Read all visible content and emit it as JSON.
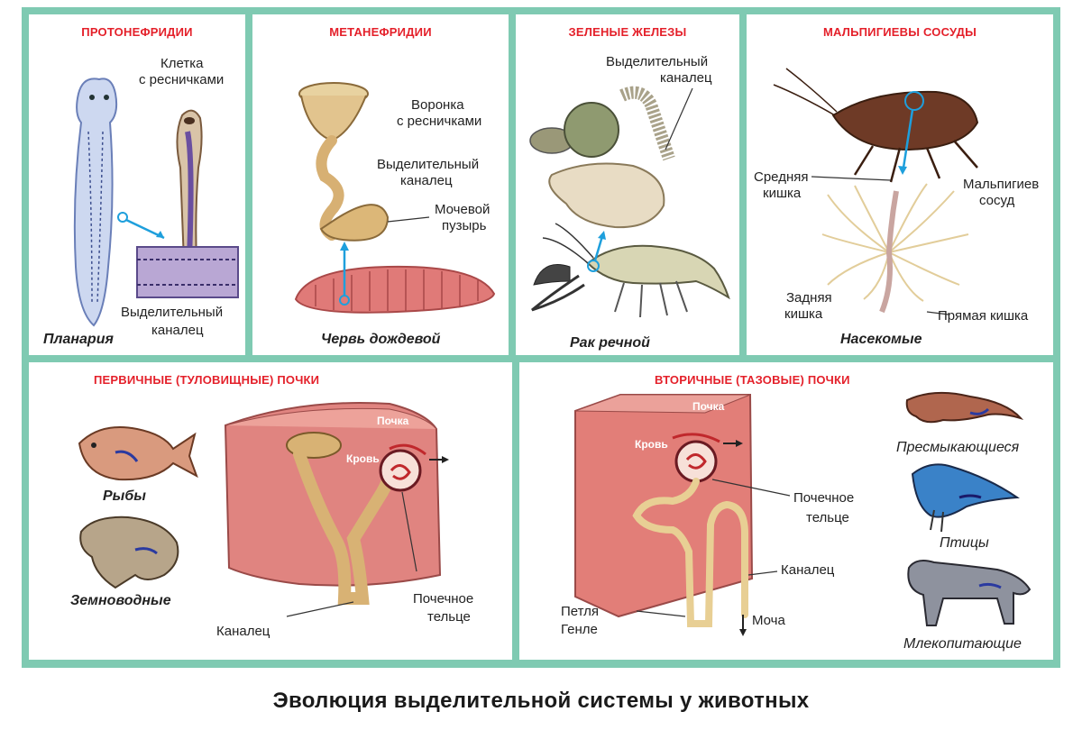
{
  "caption": "Эволюция выделительной системы у животных",
  "colors": {
    "frame": "#7fcab2",
    "title_red": "#e4202a",
    "arrow_blue": "#1e9fdc"
  },
  "panels": {
    "protonephridia": {
      "title": "ПРОТОНЕФРИДИИ",
      "label_cell_1": "Клетка",
      "label_cell_2": "с ресничками",
      "label_canal_1": "Выделительный",
      "label_canal_2": "каналец",
      "animal": "Планария"
    },
    "metanephridia": {
      "title": "МЕТАНЕФРИДИИ",
      "label_funnel_1": "Воронка",
      "label_funnel_2": "с ресничками",
      "label_canal_1": "Выделительный",
      "label_canal_2": "каналец",
      "label_bladder_1": "Мочевой",
      "label_bladder_2": "пузырь",
      "animal": "Червь дождевой"
    },
    "green_glands": {
      "title": "ЗЕЛЕНЫЕ ЖЕЛЕЗЫ",
      "label_canal_1": "Выделительный",
      "label_canal_2": "каналец",
      "animal": "Рак речной"
    },
    "malpighian": {
      "title": "МАЛЬПИГИЕВЫ СОСУДЫ",
      "label_midgut_1": "Средняя",
      "label_midgut_2": "кишка",
      "label_vessel_1": "Мальпигиев",
      "label_vessel_2": "сосуд",
      "label_hindgut_1": "Задняя",
      "label_hindgut_2": "кишка",
      "label_rectum": "Прямая кишка",
      "animal": "Насекомые"
    },
    "primary_kidneys": {
      "title": "ПЕРВИЧНЫЕ (ТУЛОВИЩНЫЕ) ПОЧКИ",
      "fish": "Рыбы",
      "amphibians": "Земноводные",
      "label_kidney": "Почка",
      "label_blood": "Кровь",
      "label_body_1": "Почечное",
      "label_body_2": "тельце",
      "label_canal": "Каналец"
    },
    "secondary_kidneys": {
      "title": "ВТОРИЧНЫЕ (ТАЗОВЫЕ) ПОЧКИ",
      "label_kidney": "Почка",
      "label_blood": "Кровь",
      "label_body_1": "Почечное",
      "label_body_2": "тельце",
      "label_canal": "Каналец",
      "label_loop_1": "Петля",
      "label_loop_2": "Генле",
      "label_urine": "Моча",
      "reptiles": "Пресмыкающиеся",
      "birds": "Птицы",
      "mammals": "Млекопитающие"
    }
  }
}
